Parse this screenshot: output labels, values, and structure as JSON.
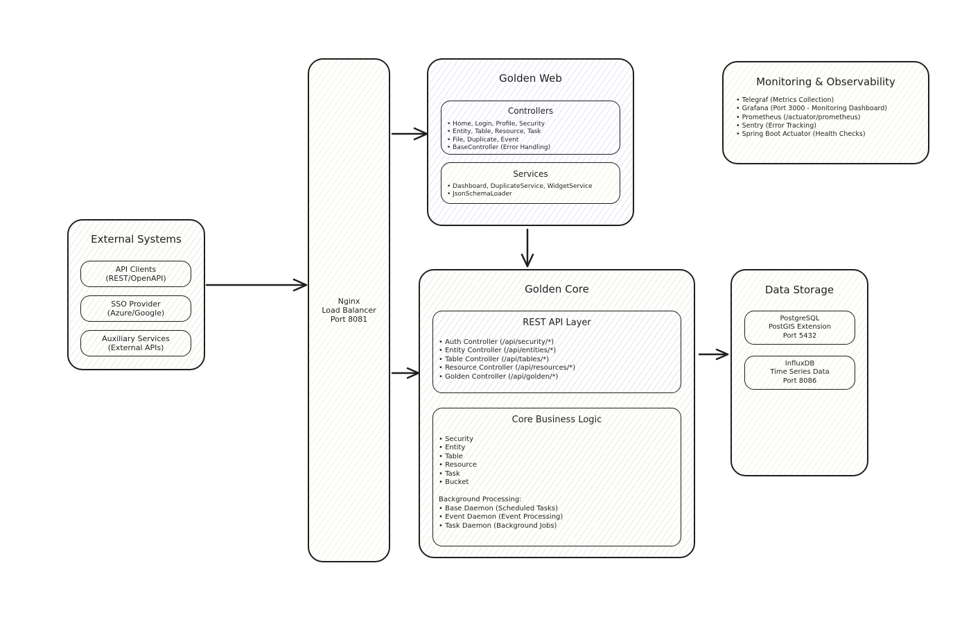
{
  "external": {
    "title": "External Systems",
    "items": [
      {
        "line1": "API Clients",
        "line2": "(REST/OpenAPI)"
      },
      {
        "line1": "SSO Provider",
        "line2": "(Azure/Google)"
      },
      {
        "line1": "Auxiliary Services",
        "line2": "(External APIs)"
      }
    ]
  },
  "nginx": {
    "line1": "Nginx",
    "line2": "Load Balancer",
    "line3": "Port 8081"
  },
  "web": {
    "title": "Golden Web",
    "controllers": {
      "title": "Controllers",
      "items": [
        "Home, Login, Profile, Security",
        "Entity, Table, Resource, Task",
        "File, Duplicate, Event",
        "BaseController (Error Handling)"
      ]
    },
    "services": {
      "title": "Services",
      "items": [
        "Dashboard, DuplicateService, WidgetService",
        "JsonSchemaLoader"
      ]
    }
  },
  "monitoring": {
    "title": "Monitoring & Observability",
    "items": [
      "Telegraf (Metrics Collection)",
      "Grafana (Port 3000 - Monitoring Dashboard)",
      "Prometheus (/actuator/prometheus)",
      "Sentry (Error Tracking)",
      "Spring Boot Actuator (Health Checks)"
    ]
  },
  "core": {
    "title": "Golden Core",
    "rest": {
      "title": "REST API Layer",
      "items": [
        "Auth Controller (/api/security/*)",
        "Entity Controller (/api/entities/*)",
        "Table Controller (/api/tables/*)",
        "Resource Controller (/api/resources/*)",
        "Golden Controller (/api/golden/*)"
      ]
    },
    "logic": {
      "title": "Core Business Logic",
      "items": [
        "Security",
        "Entity",
        "Table",
        "Resource",
        "Task",
        "Bucket"
      ],
      "bg_heading": "Background Processing:",
      "bg_items": [
        "Base Daemon (Scheduled Tasks)",
        "Event Daemon (Event Processing)",
        "Task Daemon (Background Jobs)"
      ]
    }
  },
  "storage": {
    "title": "Data Storage",
    "items": [
      {
        "line1": "PostgreSQL",
        "line2": "PostGIS Extension",
        "line3": "Port 5432"
      },
      {
        "line1": "InfluxDB",
        "line2": "Time Series Data",
        "line3": "Port 8086"
      }
    ]
  },
  "colors": {
    "stroke": "#1e1e1e",
    "hatch_green": "#e6eedd",
    "hatch_purple": "#e3e3f5",
    "hatch_gray": "#e4e4e4",
    "hatch_yellow": "#f0f0dc"
  }
}
